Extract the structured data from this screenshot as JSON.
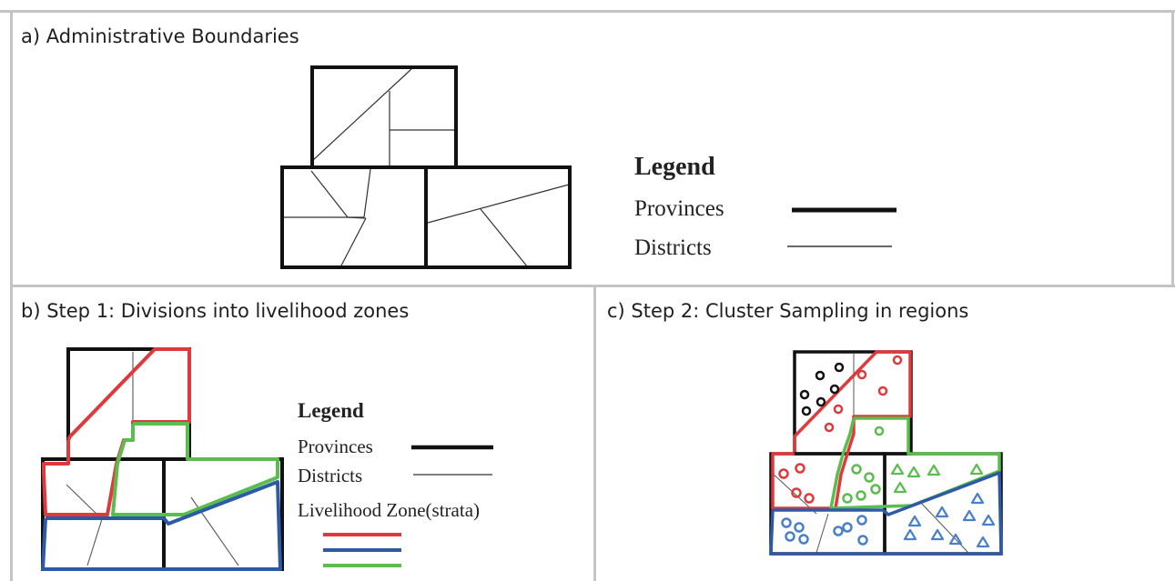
{
  "panels": {
    "a": {
      "title": "a)  Administrative Boundaries",
      "legend": {
        "heading": "Legend",
        "provinces": "Provinces",
        "districts": "Districts"
      }
    },
    "b": {
      "title": "b)  Step 1: Divisions into livelihood zones",
      "legend": {
        "heading": "Legend",
        "provinces": "Provinces",
        "districts": "Districts",
        "zones": "Livelihood Zone(strata)"
      }
    },
    "c": {
      "title": "c) Step 2:  Cluster Sampling in regions"
    }
  },
  "colors": {
    "province": "#111111",
    "district": "#333333",
    "zone_red": "#e0393b",
    "zone_blue": "#2d5aa5",
    "zone_green": "#5bbd4e",
    "cluster_black": "#111111",
    "cluster_red": "#e0393b",
    "cluster_green": "#5bbd4e",
    "cluster_blue": "#4a80c8",
    "frame": "#c4c4c4"
  }
}
